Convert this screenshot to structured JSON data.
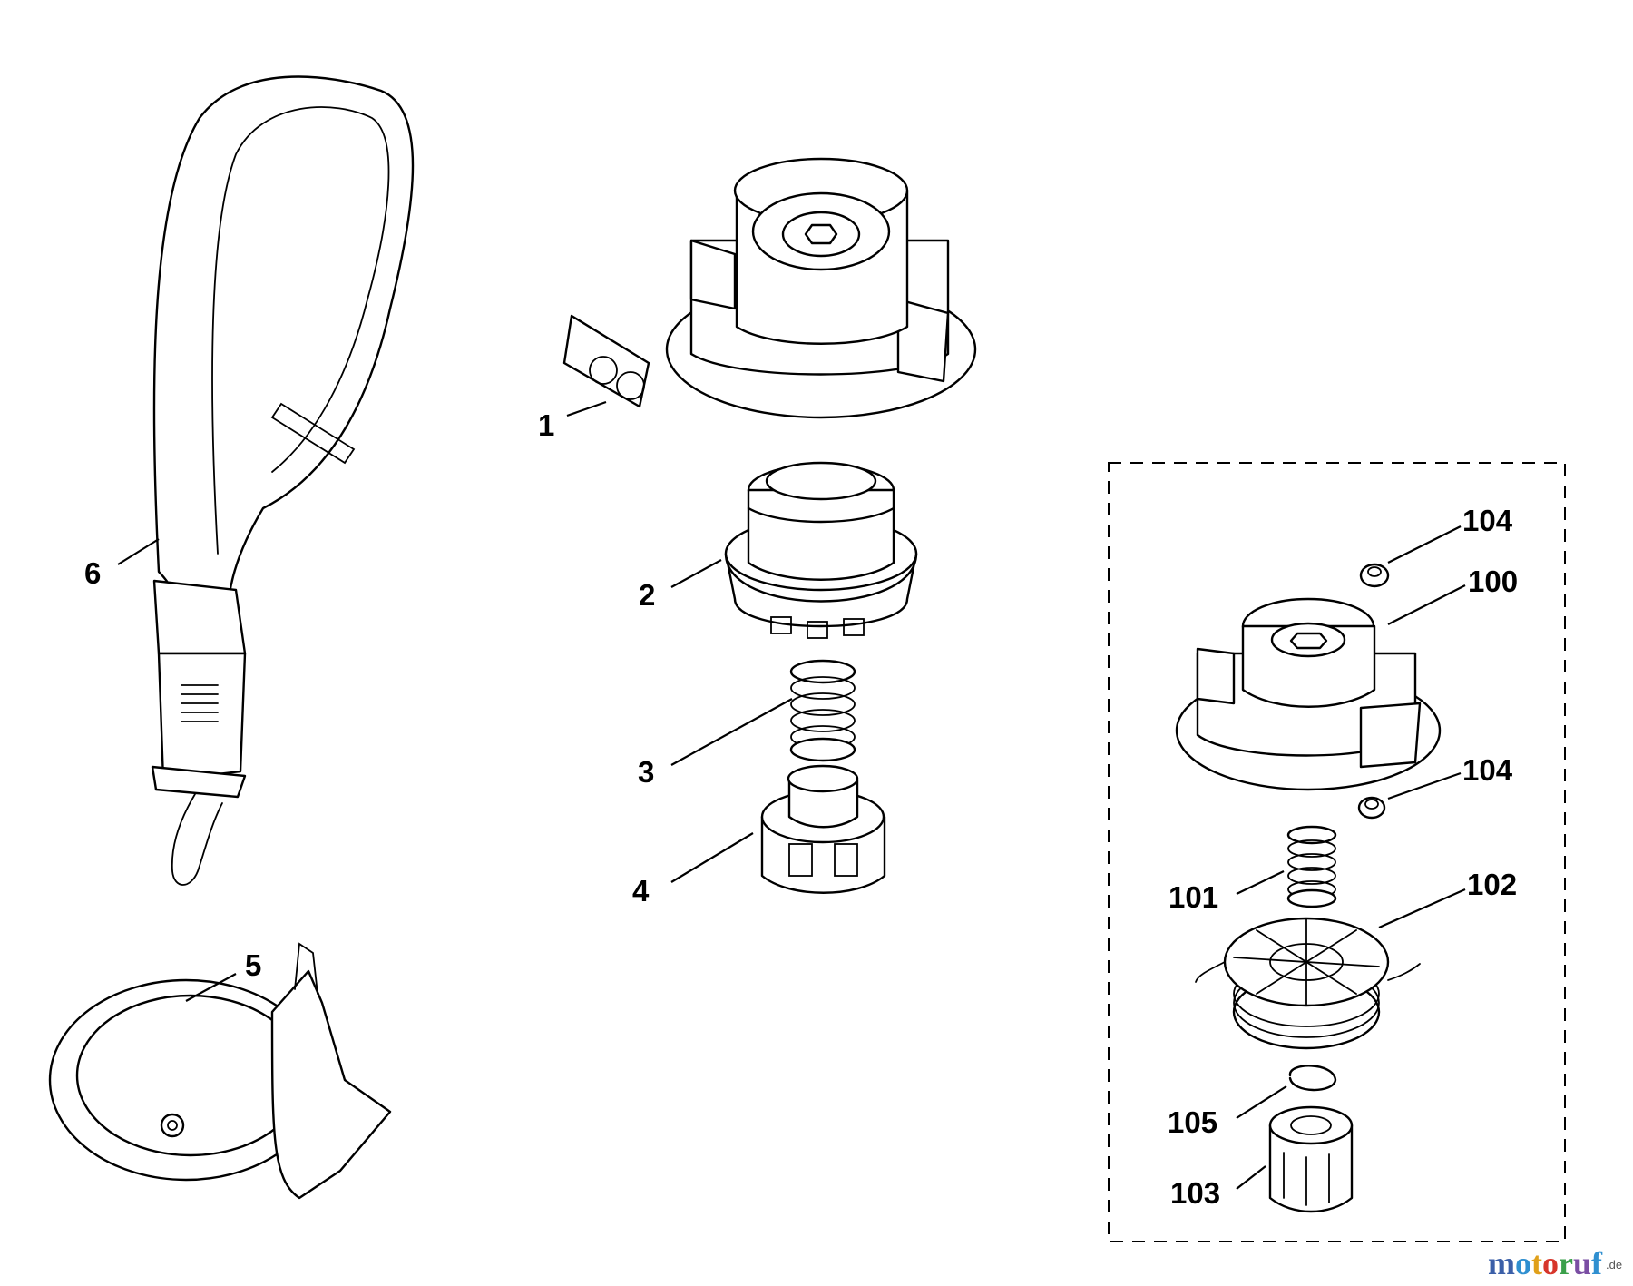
{
  "callouts": {
    "c1": "1",
    "c2": "2",
    "c3": "3",
    "c4": "4",
    "c5": "5",
    "c6": "6",
    "c100": "100",
    "c101": "101",
    "c102": "102",
    "c103": "103",
    "c104a": "104",
    "c104b": "104",
    "c105": "105"
  },
  "brand": {
    "letters": [
      "m",
      "o",
      "t",
      "o",
      "r",
      "u",
      "f"
    ],
    "colors": [
      "#3b5fa8",
      "#2f8fd0",
      "#e0a01a",
      "#d7362b",
      "#3aa04a",
      "#7a4ea3",
      "#2f8fd0"
    ],
    "suffix": ".de"
  }
}
